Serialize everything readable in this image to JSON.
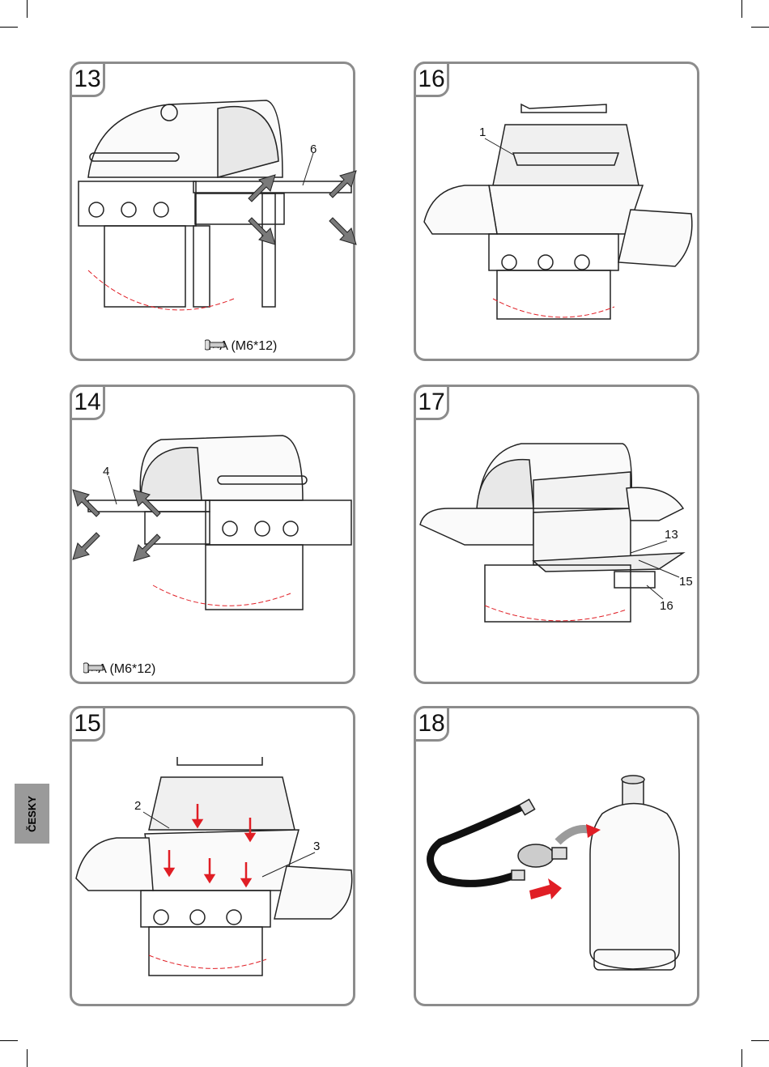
{
  "language_tab": "ČESKY",
  "panels": [
    {
      "number": "13",
      "callouts": [
        "6"
      ],
      "screw_note": "4×A (M6*12)"
    },
    {
      "number": "16",
      "callouts": [
        "1"
      ]
    },
    {
      "number": "14",
      "callouts": [
        "4"
      ],
      "screw_note": "4×A (M6*12)"
    },
    {
      "number": "17",
      "callouts": [
        "13",
        "15",
        "16"
      ]
    },
    {
      "number": "15",
      "callouts": [
        "2",
        "3"
      ]
    },
    {
      "number": "18",
      "callouts": []
    }
  ],
  "colors": {
    "frame": "#8c8c8c",
    "arrow_red": "#e01e25",
    "arrow_gray": "#7a7a7a",
    "tab": "#9a9a9a"
  }
}
